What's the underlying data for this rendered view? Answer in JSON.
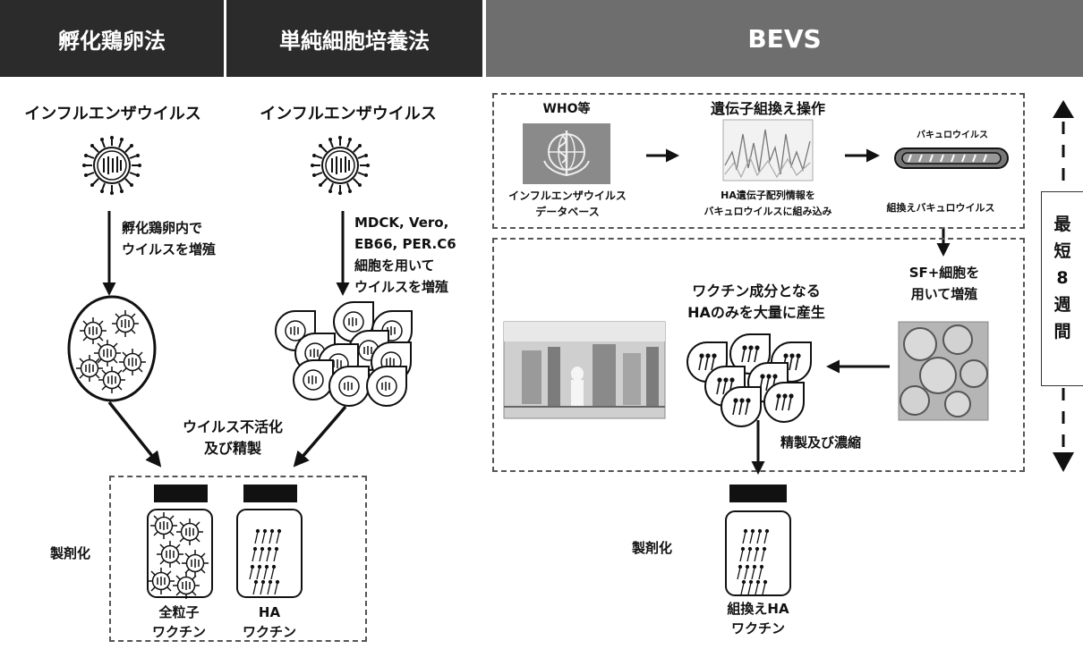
{
  "headers": {
    "egg": "孵化鶏卵法",
    "cell": "単純細胞培養法",
    "bevs": "BEVS"
  },
  "egg_method": {
    "virus_label": "インフルエンザウイルス",
    "step_line1": "孵化鶏卵内で",
    "step_line2": "ウイルスを増殖"
  },
  "cell_method": {
    "virus_label": "インフルエンザウイルス",
    "step_line1": "MDCK, Vero,",
    "step_line2": "EB66, PER.C6",
    "step_line3": "細胞を用いて",
    "step_line4": "ウイルスを増殖"
  },
  "inactivation": {
    "line1": "ウイルス不活化",
    "line2": "及び精製"
  },
  "formulation_left": {
    "label": "製剤化",
    "vial1_line1": "全粒子",
    "vial1_line2": "ワクチン",
    "vial2_line1": "HA",
    "vial2_line2": "ワクチン"
  },
  "bevs": {
    "who_label": "WHO等",
    "db_line1": "インフルエンザウイルス",
    "db_line2": "データベース",
    "recomb_title": "遺伝子組換え操作",
    "recomb_line1": "HA遺伝子配列情報を",
    "recomb_line2": "バキュロウイルスに組み込み",
    "baculo_top": "バキュロウイルス",
    "baculo_bottom": "組換えバキュロウイルス",
    "sf_line1": "SF+細胞を",
    "sf_line2": "用いて増殖",
    "ha_line1": "ワクチン成分となる",
    "ha_line2": "HAのみを大量に産生",
    "purify": "精製及び濃縮",
    "formulation_label": "製剤化",
    "vial_line1": "組換えHA",
    "vial_line2": "ワクチン"
  },
  "timeline": {
    "chars": [
      "最",
      "短",
      "8",
      "週",
      "間"
    ]
  },
  "colors": {
    "header_dark": "#2b2b2b",
    "header_grey": "#6e6e6e",
    "ink": "#111111"
  }
}
